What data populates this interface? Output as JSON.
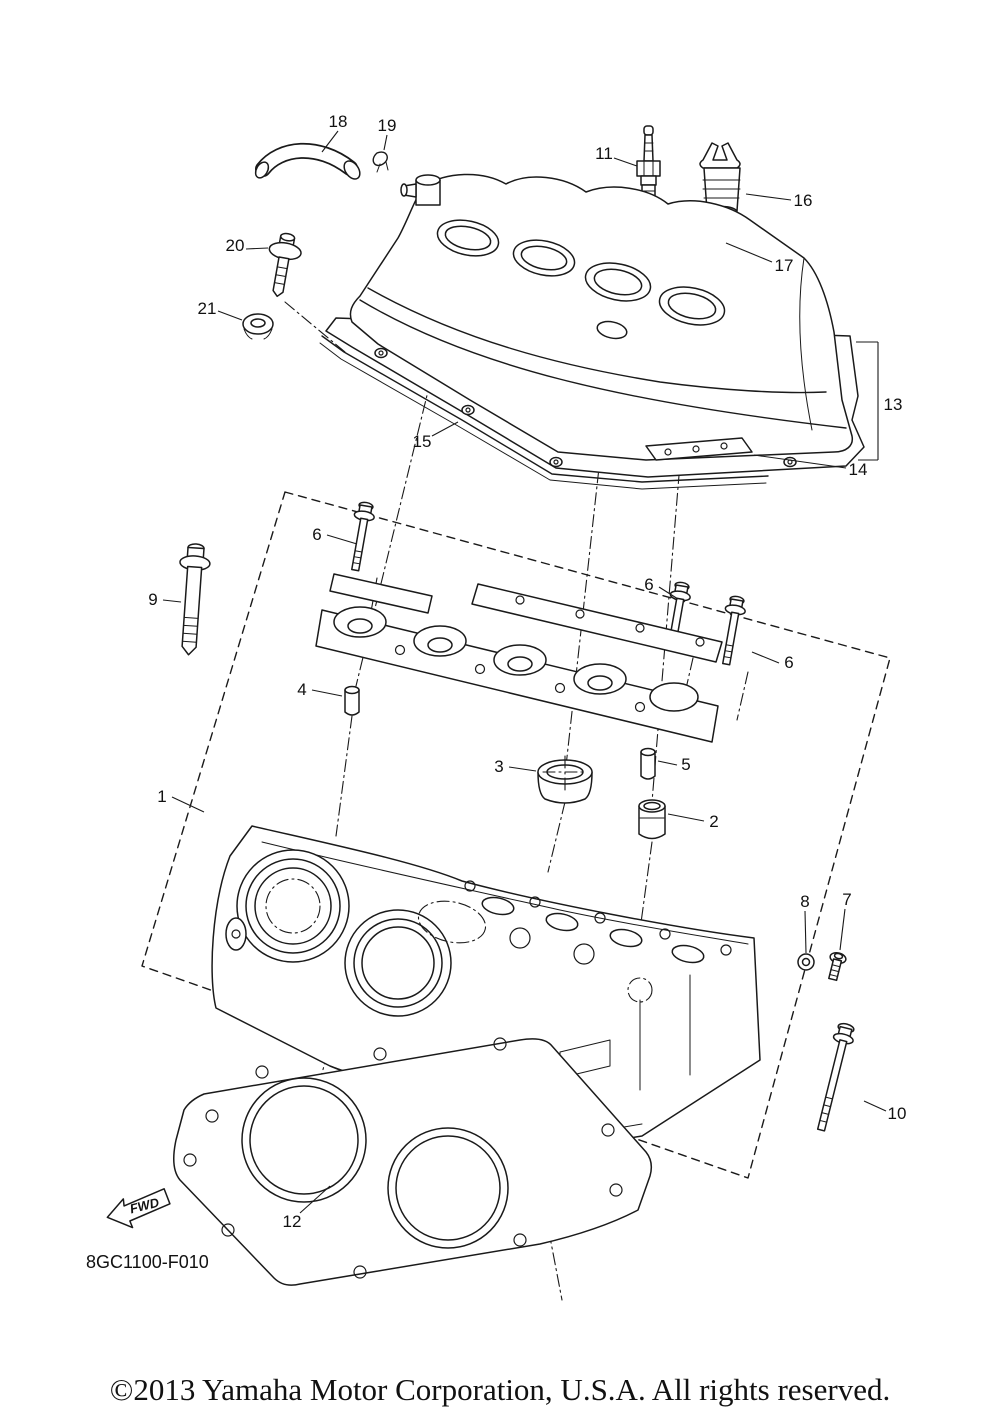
{
  "diagram": {
    "code": "8GC1100-F010",
    "fwd_label": "FWD",
    "callouts": {
      "c1": "1",
      "c2": "2",
      "c3": "3",
      "c4": "4",
      "c5": "5",
      "c6": "6",
      "c7": "7",
      "c8": "8",
      "c9": "9",
      "c10": "10",
      "c11": "11",
      "c12": "12",
      "c13": "13",
      "c14": "14",
      "c15": "15",
      "c16": "16",
      "c17": "17",
      "c18": "18",
      "c19": "19",
      "c20": "20",
      "c21": "21"
    }
  },
  "footer": {
    "copyright": "©2013 Yamaha Motor Corporation, U.S.A. All rights reserved."
  }
}
